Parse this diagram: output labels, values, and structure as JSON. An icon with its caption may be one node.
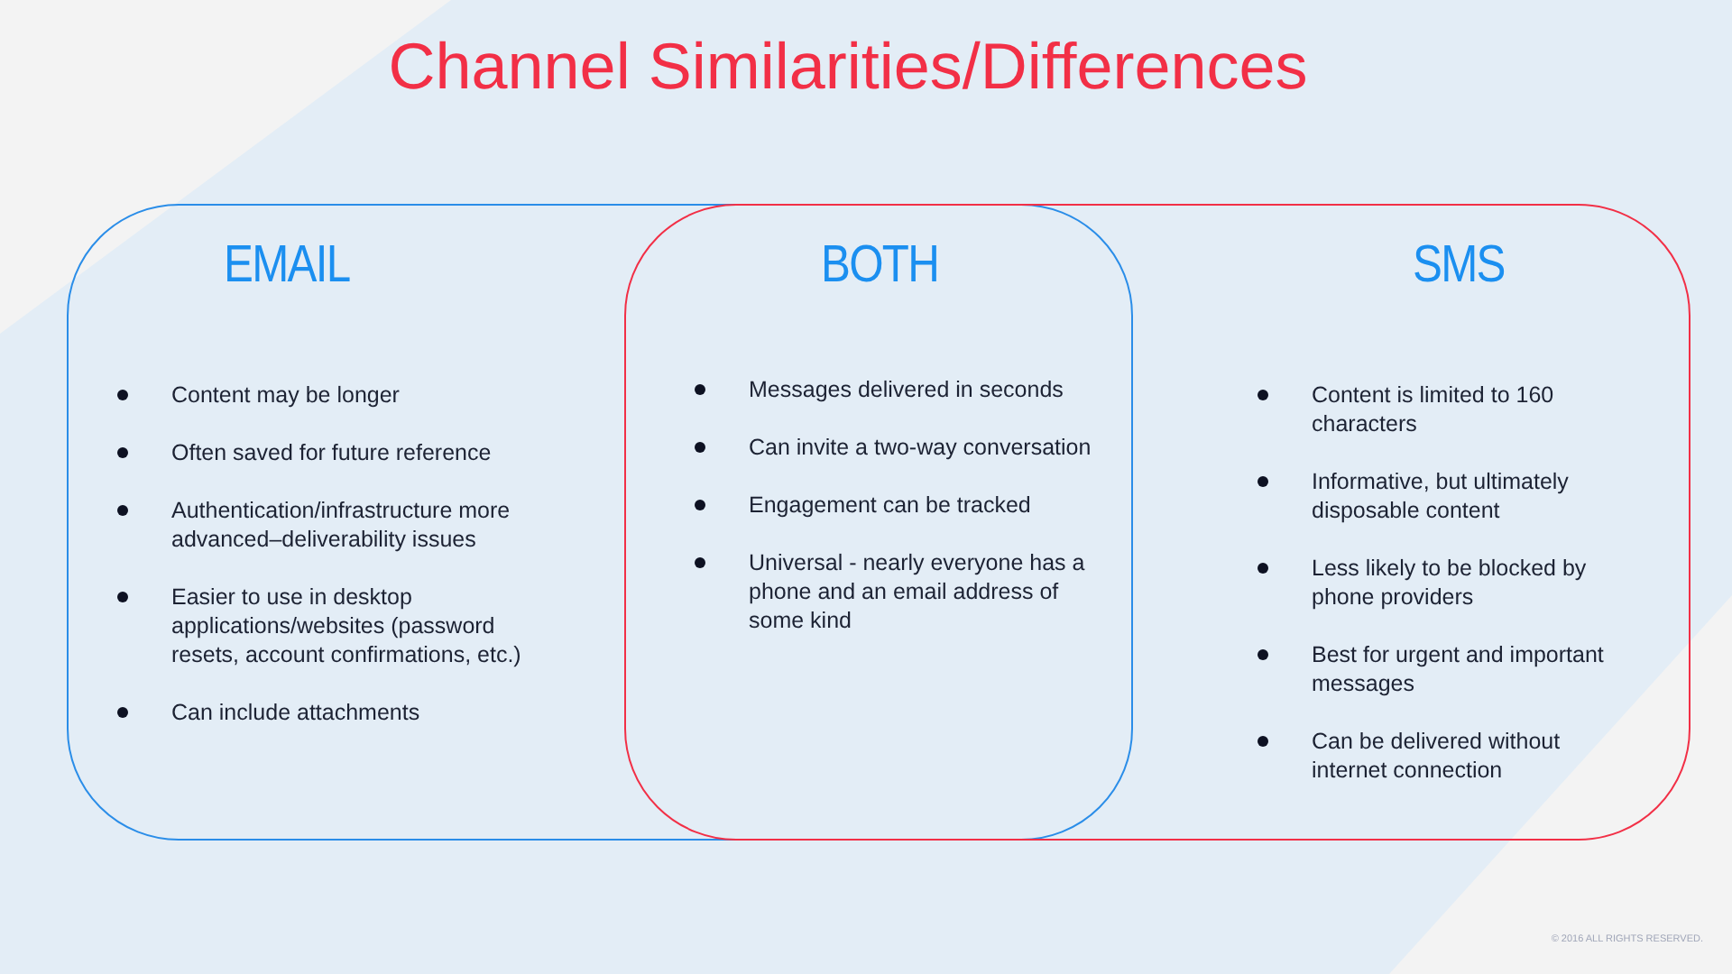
{
  "diagram": {
    "title": "Channel Similarities/Differences",
    "nodes": [
      {
        "text": [
          "EMAIL",
          "Content may be longer",
          "Often saved for future reference",
          "Authentication/infrastructure more advanced–deliverability issues",
          "Easier to use in desktop applications/websites (password resets, account confirmations, etc.)",
          "Can include attachments"
        ]
      },
      {
        "text": [
          "BOTH",
          "Messages delivered in seconds",
          "Can invite a two-way conversation",
          "Engagement can be tracked",
          "Universal - nearly everyone has a phone and an email address of some kind"
        ]
      },
      {
        "text": [
          "SMS",
          "Content is limited to 160 characters",
          "Informative, but ultimately disposable content",
          "Less likely to be blocked by phone providers",
          "Best for urgent and important messages",
          "Can be delivered without internet connection"
        ]
      }
    ],
    "labels": [
      "© 2016 ALL RIGHTS RESERVED."
    ]
  }
}
